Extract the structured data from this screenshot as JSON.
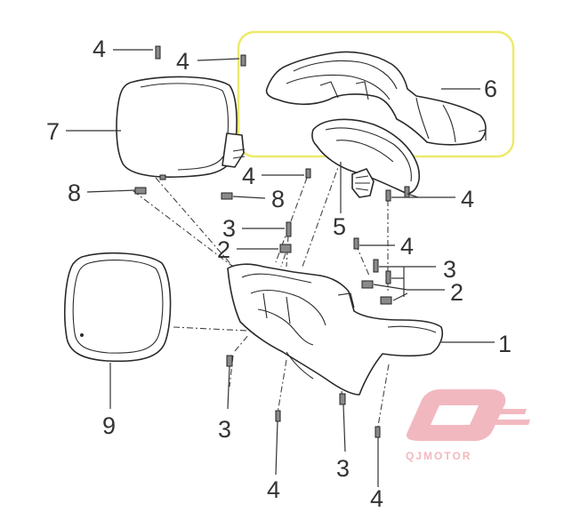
{
  "callouts": [
    {
      "id": "c4-top-a",
      "text": "4"
    },
    {
      "id": "c4-top-b",
      "text": "4"
    },
    {
      "id": "c7",
      "text": "7"
    },
    {
      "id": "c6",
      "text": "6"
    },
    {
      "id": "c8-left",
      "text": "8"
    },
    {
      "id": "c4-mid-a",
      "text": "4"
    },
    {
      "id": "c8-mid",
      "text": "8"
    },
    {
      "id": "c4-right",
      "text": "4"
    },
    {
      "id": "c5",
      "text": "5"
    },
    {
      "id": "c3-mid",
      "text": "3"
    },
    {
      "id": "c2-mid",
      "text": "2"
    },
    {
      "id": "c4-center",
      "text": "4"
    },
    {
      "id": "c3-right",
      "text": "3"
    },
    {
      "id": "c2-right",
      "text": "2"
    },
    {
      "id": "c1",
      "text": "1"
    },
    {
      "id": "c9",
      "text": "9"
    },
    {
      "id": "c3-bottom-left",
      "text": "3"
    },
    {
      "id": "c3-bottom-mid",
      "text": "3"
    },
    {
      "id": "c4-bottom-left",
      "text": "4"
    },
    {
      "id": "c4-bottom-right",
      "text": "4"
    }
  ],
  "logo": {
    "text": "QJMOTOR"
  },
  "colors": {
    "highlight_box": "#ecea6a",
    "logo": "#f2b8c0",
    "line": "#2a2a2a"
  }
}
